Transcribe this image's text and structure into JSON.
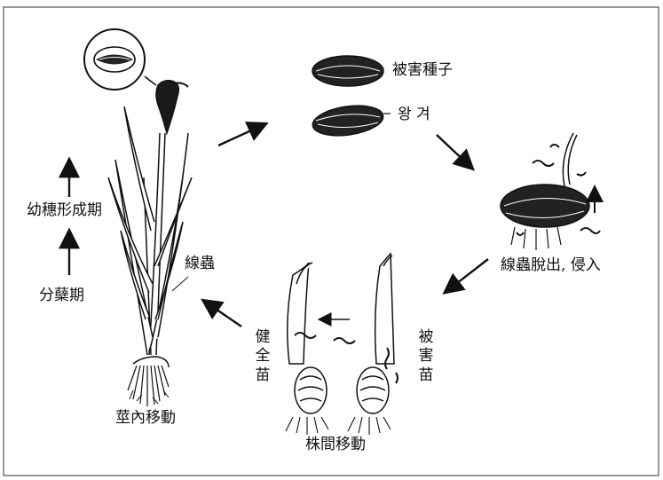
{
  "header_fragment": "",
  "labels": {
    "infected_seed": "被害種子",
    "husk": "왕 겨",
    "nematode_exit": "線蟲脫出, 侵入",
    "panicle_stage": "幼穗形成期",
    "tillering_stage": "分蘖期",
    "nematode": "線蟲",
    "stem_movement": "莖內移動",
    "plant_movement": "株間移動",
    "healthy_seedling": [
      "健",
      "全",
      "苗"
    ],
    "damaged_seedling": [
      "被",
      "害",
      "苗"
    ]
  }
}
